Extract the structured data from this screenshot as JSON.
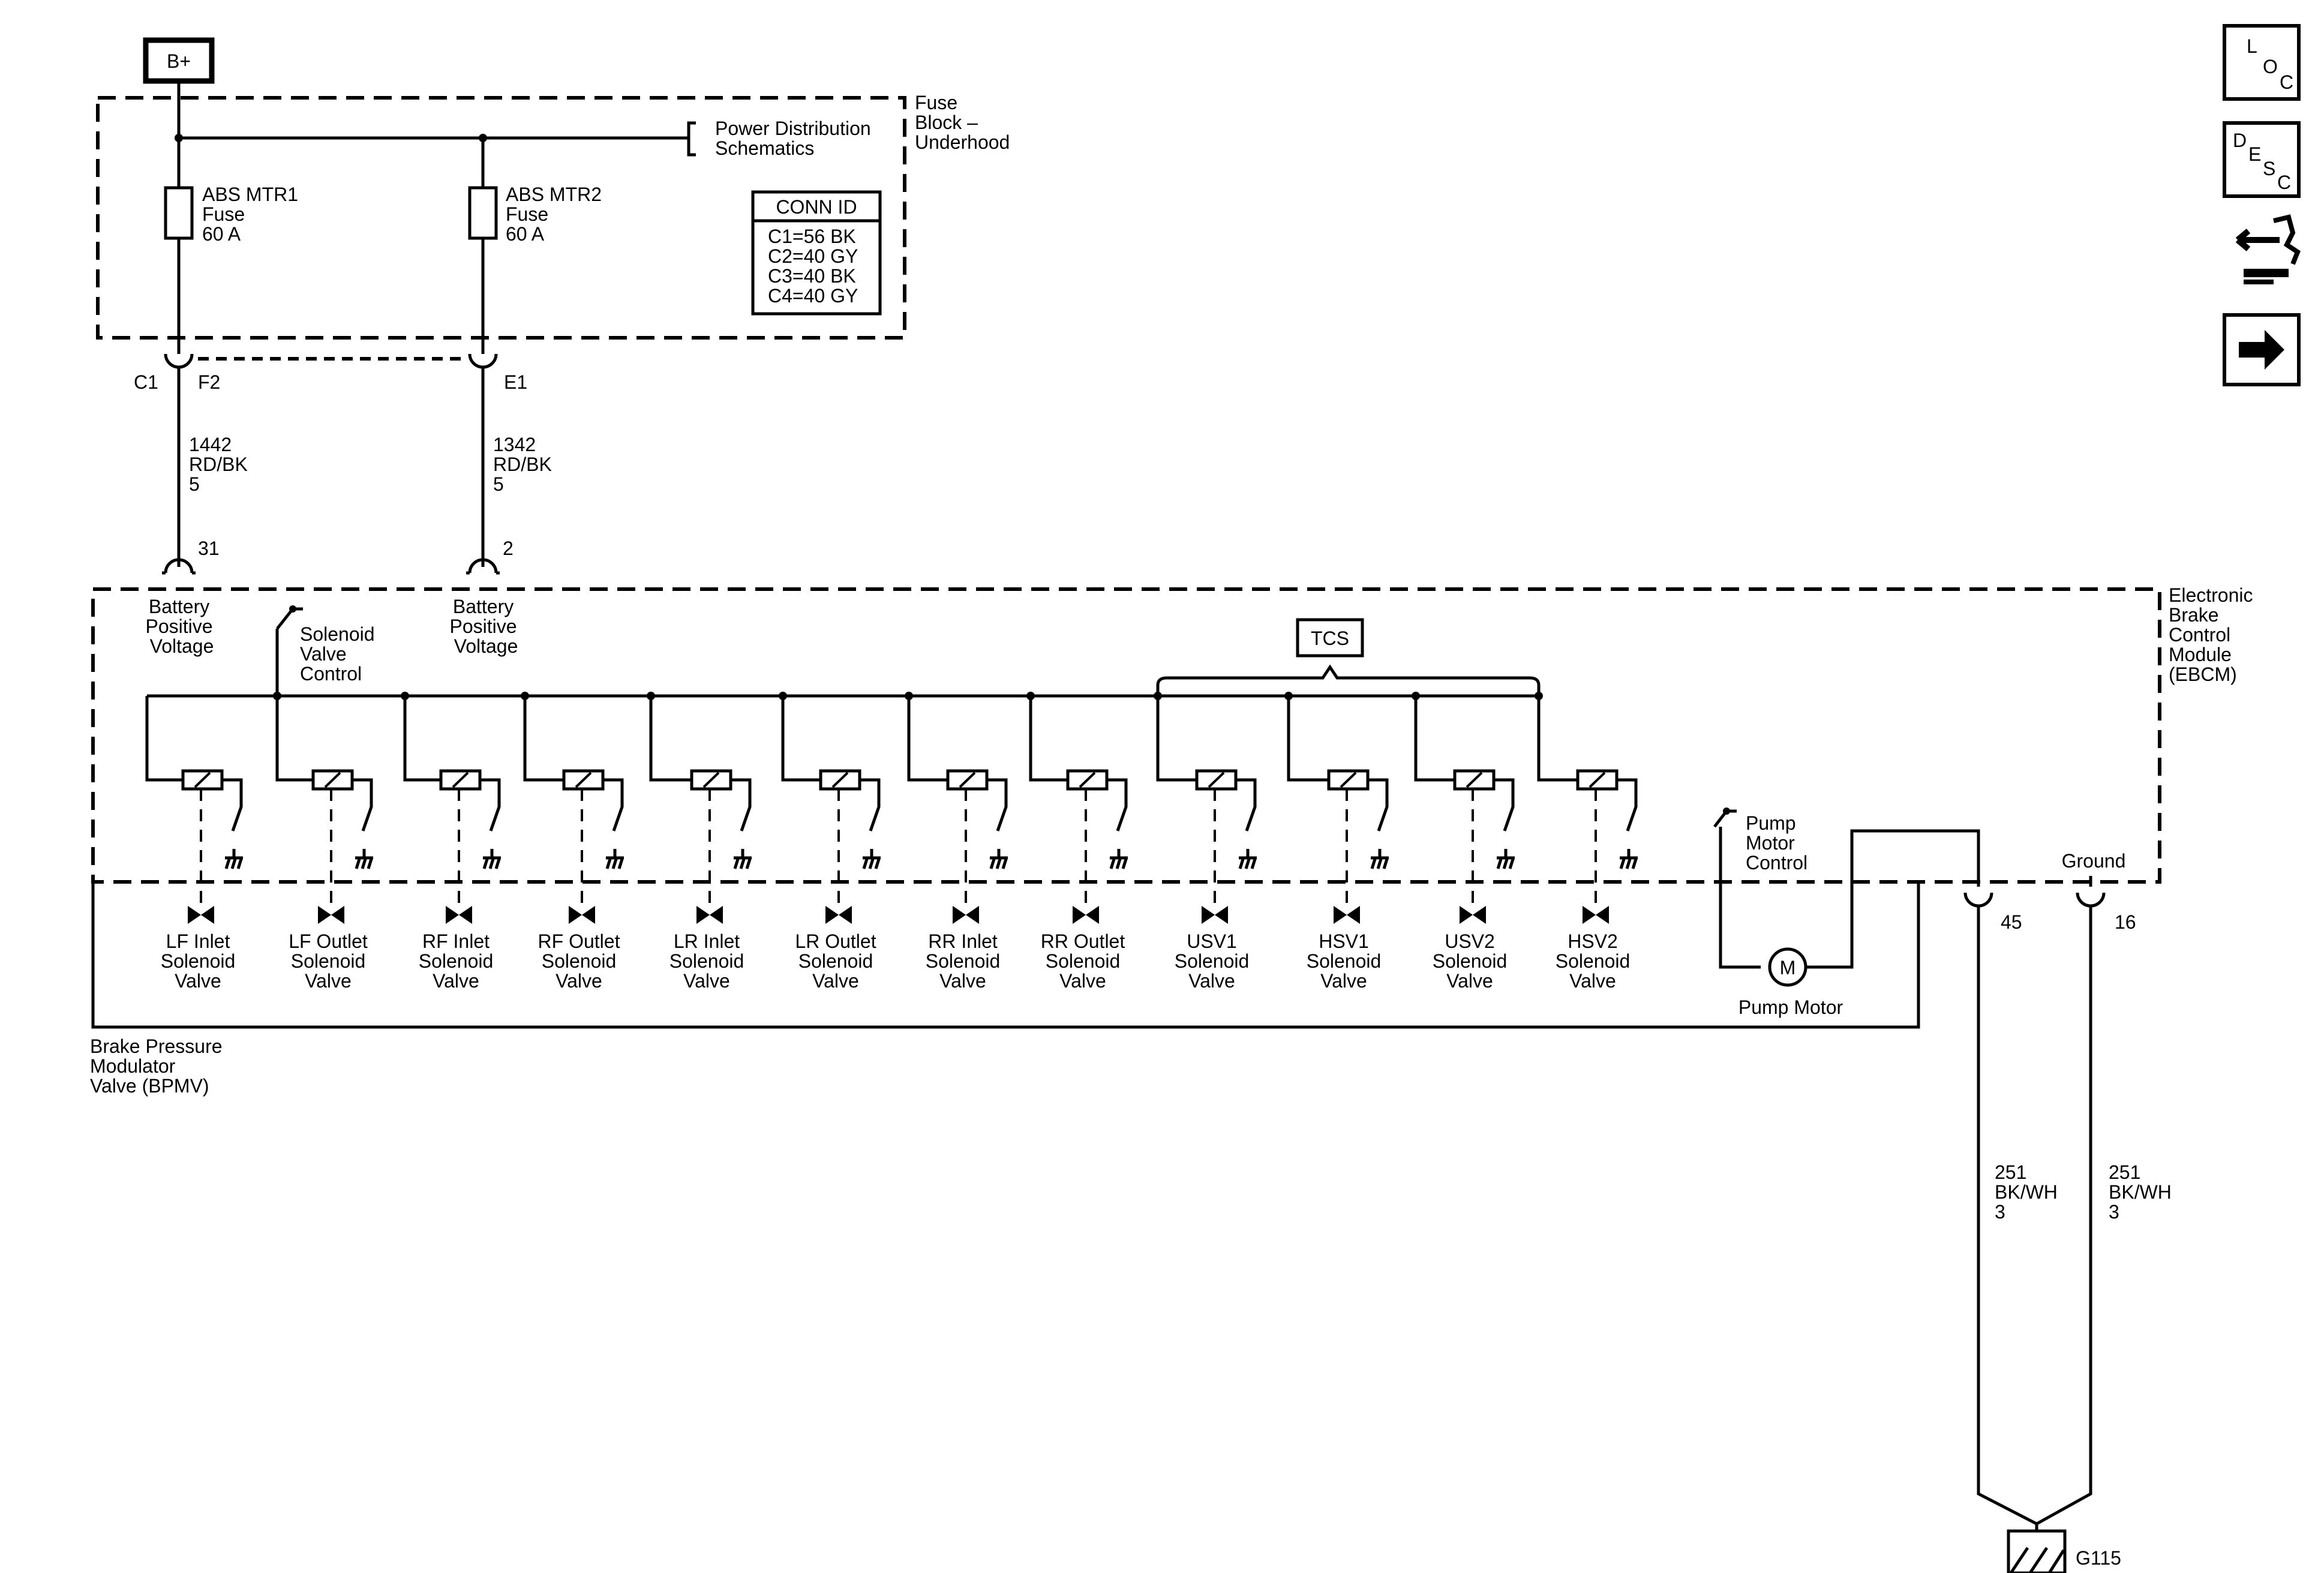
{
  "battery": "B+",
  "fuse_block": {
    "label": [
      "Fuse",
      "Block –",
      "Underhood"
    ],
    "power_ref": [
      "Power Distribution",
      "Schematics"
    ],
    "fuse1": [
      "ABS MTR1",
      "Fuse",
      "60 A"
    ],
    "fuse2": [
      "ABS MTR2",
      "Fuse",
      "60 A"
    ],
    "conn_title": "CONN ID",
    "conn": [
      "C1=56 BK",
      "C2=40 GY",
      "C3=40 BK",
      "C4=40 GY"
    ]
  },
  "connectors": {
    "c1": "C1",
    "f2": "F2",
    "e1": "E1"
  },
  "wires": {
    "w1": [
      "1442",
      "RD/BK",
      "5"
    ],
    "w2": [
      "1342",
      "RD/BK",
      "5"
    ],
    "g1": [
      "251",
      "BK/WH",
      "3"
    ],
    "g2": [
      "251",
      "BK/WH",
      "3"
    ]
  },
  "pins": {
    "p31": "31",
    "p2": "2",
    "p45": "45",
    "p16": "16"
  },
  "ebcm": {
    "label": [
      "Electronic",
      "Brake",
      "Control",
      "Module",
      "(EBCM)"
    ],
    "bpv1": [
      "Battery",
      "Positive",
      "Voltage"
    ],
    "bpv2": [
      "Battery",
      "Positive",
      "Voltage"
    ],
    "svc": [
      "Solenoid",
      "Valve",
      "Control"
    ],
    "tcs": "TCS",
    "pmc": [
      "Pump",
      "Motor",
      "Control"
    ],
    "ground": "Ground"
  },
  "valves": [
    [
      "LF Inlet",
      "Solenoid",
      "Valve"
    ],
    [
      "LF Outlet",
      "Solenoid",
      "Valve"
    ],
    [
      "RF Inlet",
      "Solenoid",
      "Valve"
    ],
    [
      "RF Outlet",
      "Solenoid",
      "Valve"
    ],
    [
      "LR Inlet",
      "Solenoid",
      "Valve"
    ],
    [
      "LR Outlet",
      "Solenoid",
      "Valve"
    ],
    [
      "RR Inlet",
      "Solenoid",
      "Valve"
    ],
    [
      "RR Outlet",
      "Solenoid",
      "Valve"
    ],
    [
      "USV1",
      "Solenoid",
      "Valve"
    ],
    [
      "HSV1",
      "Solenoid",
      "Valve"
    ],
    [
      "USV2",
      "Solenoid",
      "Valve"
    ],
    [
      "HSV2",
      "Solenoid",
      "Valve"
    ]
  ],
  "pump": {
    "symbol": "M",
    "label": "Pump Motor"
  },
  "bpmv": [
    "Brake Pressure",
    "Modulator",
    "Valve (BPMV)"
  ],
  "ground_id": "G115",
  "nav": {
    "loc": [
      "L",
      "O",
      "C"
    ],
    "desc": [
      "D",
      "E",
      "S",
      "C"
    ]
  }
}
